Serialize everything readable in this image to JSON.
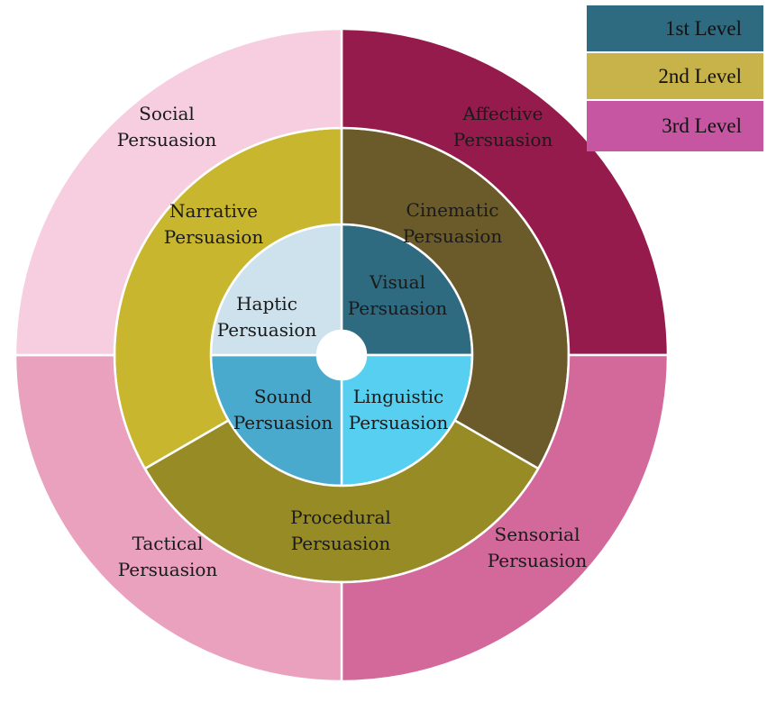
{
  "diagram": {
    "rings": [
      {
        "level": 1,
        "segments": [
          {
            "label": [
              "Visual",
              "Persuasion"
            ],
            "color": "#2e6a80"
          },
          {
            "label": [
              "Linguistic",
              "Persuasion"
            ],
            "color": "#57cff0"
          },
          {
            "label": [
              "Sound",
              "Persuasion"
            ],
            "color": "#49aacd"
          },
          {
            "label": [
              "Haptic",
              "Persuasion"
            ],
            "color": "#cde2ec"
          }
        ]
      },
      {
        "level": 2,
        "segments": [
          {
            "label": [
              "Cinematic",
              "Persuasion"
            ],
            "color": "#6b5a2a"
          },
          {
            "label": [
              "Procedural",
              "Persuasion"
            ],
            "color": "#968b25"
          },
          {
            "label": [
              "Narrative",
              "Persuasion"
            ],
            "color": "#c8b72e"
          }
        ]
      },
      {
        "level": 3,
        "segments": [
          {
            "label": [
              "Affective",
              "Persuasion"
            ],
            "color": "#951b4d"
          },
          {
            "label": [
              "Sensorial",
              "Persuasion"
            ],
            "color": "#d3689b"
          },
          {
            "label": [
              "Tactical",
              "Persuasion"
            ],
            "color": "#e9a1bd"
          },
          {
            "label": [
              "Social",
              "Persuasion"
            ],
            "color": "#f7cedf"
          }
        ]
      }
    ]
  },
  "legend": {
    "items": [
      {
        "label": "1st Level",
        "color": "#2e6a80"
      },
      {
        "label": "2nd Level",
        "color": "#c8b24a"
      },
      {
        "label": "3rd Level",
        "color": "#c656a1"
      }
    ]
  }
}
